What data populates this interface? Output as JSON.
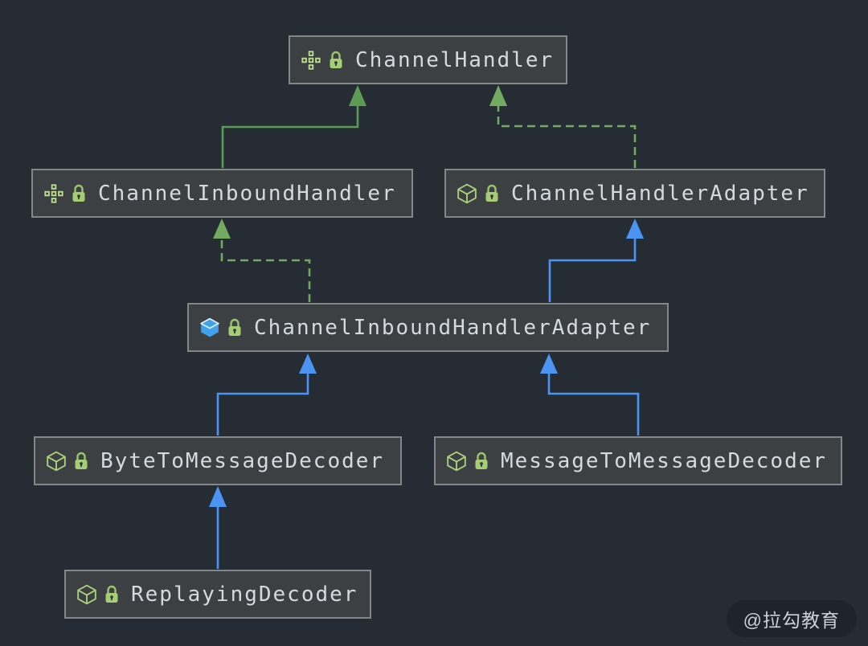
{
  "diagram": {
    "type": "uml-class-hierarchy",
    "nodes": [
      {
        "id": "channel-handler",
        "label": "ChannelHandler",
        "stereotype": "interface",
        "locked": true,
        "icon": "interface-icon",
        "icon_color": "#bcd98a"
      },
      {
        "id": "channel-inbound-handler",
        "label": "ChannelInboundHandler",
        "stereotype": "interface",
        "locked": true,
        "icon": "interface-icon",
        "icon_color": "#bcd98a"
      },
      {
        "id": "channel-handler-adapter",
        "label": "ChannelHandlerAdapter",
        "stereotype": "class",
        "locked": true,
        "icon": "class-cube-icon",
        "icon_color": "#abd37b"
      },
      {
        "id": "channel-inbound-handler-adapter",
        "label": "ChannelInboundHandlerAdapter",
        "stereotype": "class",
        "locked": true,
        "icon": "class-cube-filled-icon",
        "icon_color": "#41a1ea"
      },
      {
        "id": "byte-to-message-decoder",
        "label": "ByteToMessageDecoder",
        "stereotype": "class",
        "locked": true,
        "icon": "class-cube-icon",
        "icon_color": "#abd37b"
      },
      {
        "id": "message-to-message-decoder",
        "label": "MessageToMessageDecoder",
        "stereotype": "class",
        "locked": true,
        "icon": "class-cube-icon",
        "icon_color": "#abd37b"
      },
      {
        "id": "replaying-decoder",
        "label": "ReplayingDecoder",
        "stereotype": "class",
        "locked": true,
        "icon": "class-cube-icon",
        "icon_color": "#abd37b"
      }
    ],
    "edges": [
      {
        "from": "ChannelInboundHandler",
        "to": "ChannelHandler",
        "relation": "extends",
        "style": "solid",
        "color": "#5d9b53"
      },
      {
        "from": "ChannelHandlerAdapter",
        "to": "ChannelHandler",
        "relation": "implements",
        "style": "dashed",
        "color": "#72aa60"
      },
      {
        "from": "ChannelInboundHandlerAdapter",
        "to": "ChannelInboundHandler",
        "relation": "implements",
        "style": "dashed",
        "color": "#72aa60"
      },
      {
        "from": "ChannelInboundHandlerAdapter",
        "to": "ChannelHandlerAdapter",
        "relation": "extends",
        "style": "solid",
        "color": "#4b94f2"
      },
      {
        "from": "ByteToMessageDecoder",
        "to": "ChannelInboundHandlerAdapter",
        "relation": "extends",
        "style": "solid",
        "color": "#4b94f2"
      },
      {
        "from": "MessageToMessageDecoder",
        "to": "ChannelInboundHandlerAdapter",
        "relation": "extends",
        "style": "solid",
        "color": "#4b94f2"
      },
      {
        "from": "ReplayingDecoder",
        "to": "ByteToMessageDecoder",
        "relation": "extends",
        "style": "solid",
        "color": "#4b94f2"
      }
    ],
    "colors": {
      "background": "#252c34",
      "node_fill": "#3d4043",
      "node_border": "#84878a",
      "node_text": "#d3dae0",
      "interface_icon": "#bcd98a",
      "class_icon_green": "#abd37b",
      "class_icon_blue": "#41a1ea",
      "lock_icon": "#a5cd74",
      "edge_green_solid": "#5d9b53",
      "edge_green_dashed": "#72aa60",
      "edge_blue": "#4b94f2"
    }
  },
  "watermark": {
    "label": "@拉勾教育"
  }
}
